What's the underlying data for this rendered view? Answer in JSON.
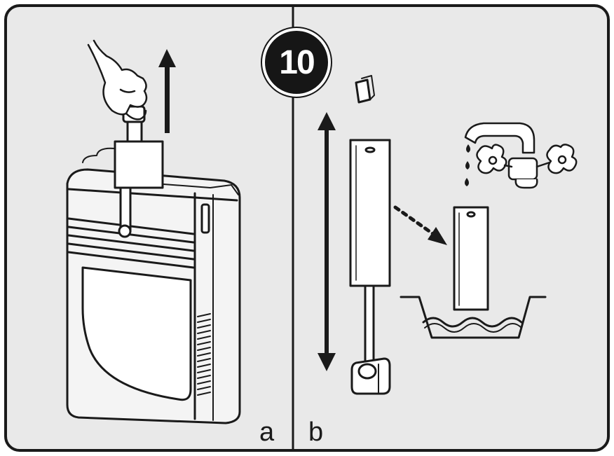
{
  "step": {
    "number": "10"
  },
  "panels": [
    {
      "id": "a",
      "label": "a"
    },
    {
      "id": "b",
      "label": "b"
    }
  ],
  "colors": {
    "panel_bg": "#e9e9e9",
    "outline": "#1a1a1a",
    "badge": "#161616",
    "part_fill": "#ffffff"
  },
  "icons": [
    "hand-icon",
    "up-arrow-icon",
    "double-arrow-icon",
    "dotted-arrow-icon",
    "tap-icon",
    "water-drops-icon",
    "basin-icon"
  ]
}
